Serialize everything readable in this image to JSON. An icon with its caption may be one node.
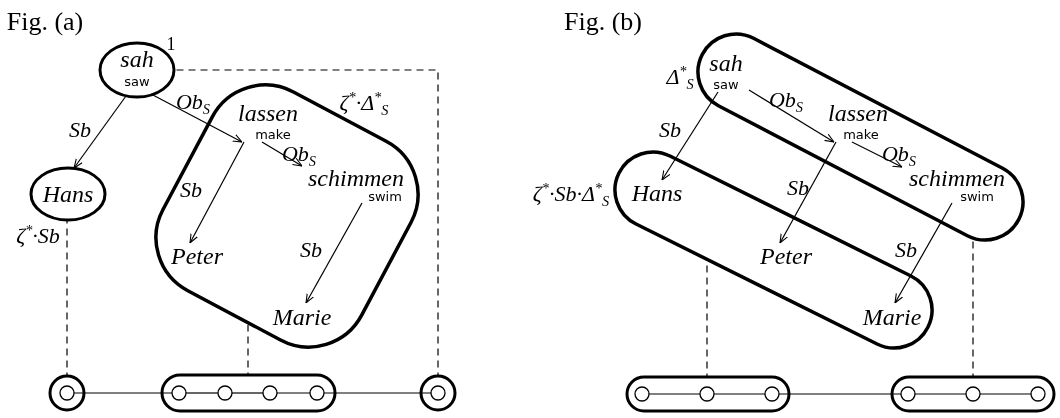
{
  "diagram": {
    "nodes": [
      {
        "text": [
          "sah",
          "saw"
        ],
        "beside": [
          "1"
        ]
      },
      {
        "text": [
          "Hans"
        ],
        "beside": [
          "ζ$^{*}$·Sb"
        ]
      },
      {
        "text": [
          "ζ$^{*}$·Δ$^{*}$$_{S}$"
        ]
      },
      {
        "text": [
          "lassen",
          "make"
        ],
        "in": 2
      },
      {
        "text": [
          "schimmen",
          "swim"
        ],
        "in": 2
      },
      {
        "text": [
          "Peter"
        ],
        "in": 2
      },
      {
        "text": [
          "Marie"
        ],
        "in": 2
      },
      {
        "text": [],
        "shape": "circle"
      },
      {
        "text": [],
        "shape": "circle",
        "in": 7
      },
      {
        "text": [],
        "shape": "box"
      },
      {
        "text": [],
        "shape": "circle",
        "in": 9
      },
      {
        "text": [],
        "shape": "circle",
        "in": 9
      },
      {
        "text": [],
        "shape": "circle",
        "in": 9
      },
      {
        "text": [],
        "shape": "circle",
        "in": 9
      },
      {
        "text": [],
        "shape": "circle"
      },
      {
        "text": [],
        "shape": "circle",
        "in": 14
      },
      {
        "text": [
          "Δ$^{*}$$_{S}$"
        ]
      },
      {
        "text": [
          "sah",
          "saw"
        ],
        "in": 16
      },
      {
        "text": [
          "lassen",
          "make"
        ],
        "in": 16
      },
      {
        "text": [
          "schimmen",
          "swim"
        ],
        "in": 16
      },
      {
        "text": [
          "ζ$^{*}$·Sb·Δ$^{*}$$_{S}$"
        ]
      },
      {
        "text": [
          "Hans"
        ],
        "in": 20
      },
      {
        "text": [
          "Peter"
        ],
        "in": 20
      },
      {
        "text": [
          "Marie"
        ],
        "in": 20
      },
      {
        "text": [],
        "shape": "box"
      },
      {
        "text": [],
        "shape": "circle",
        "in": 24
      },
      {
        "text": [],
        "shape": "circle",
        "in": 24
      },
      {
        "text": [],
        "shape": "circle",
        "in": 24
      },
      {
        "text": [],
        "shape": "box"
      },
      {
        "text": [],
        "shape": "circle",
        "in": 28
      },
      {
        "text": [],
        "shape": "circle",
        "in": 28
      },
      {
        "text": [],
        "shape": "circle",
        "in": 28
      }
    ],
    "edges": [
      {
        "from": 0,
        "to": 1,
        "arrow": "to",
        "label": "Sb"
      },
      {
        "from": 0,
        "to": 3,
        "arrow": "to",
        "label": "Ob$_{S}$"
      },
      {
        "from": 3,
        "to": 5,
        "arrow": "to",
        "label": "Sb"
      },
      {
        "from": 3,
        "to": 4,
        "arrow": "to",
        "label": "Ob$_{S}$"
      },
      {
        "from": 4,
        "to": 6,
        "arrow": "to",
        "label": "Sb"
      },
      {
        "from": 1,
        "to": 7,
        "arrow": "none",
        "style": "dashed"
      },
      {
        "from": 2,
        "to": 9,
        "arrow": "none",
        "style": "dashed"
      },
      {
        "from": 0,
        "to": 14,
        "arrow": "none",
        "style": "dashed"
      },
      {
        "from": 8,
        "to": 10,
        "arrow": "none"
      },
      {
        "from": 10,
        "to": 11,
        "arrow": "none"
      },
      {
        "from": 11,
        "to": 12,
        "arrow": "none"
      },
      {
        "from": 12,
        "to": 13,
        "arrow": "none"
      },
      {
        "from": 13,
        "to": 15,
        "arrow": "none"
      },
      {
        "from": 17,
        "to": 21,
        "arrow": "to",
        "label": "Sb"
      },
      {
        "from": 17,
        "to": 18,
        "arrow": "to",
        "label": "Ob$_{S}$"
      },
      {
        "from": 18,
        "to": 22,
        "arrow": "to",
        "label": "Sb"
      },
      {
        "from": 18,
        "to": 19,
        "arrow": "to",
        "label": "Ob$_{S}$"
      },
      {
        "from": 19,
        "to": 23,
        "arrow": "to",
        "label": "Sb"
      },
      {
        "from": 20,
        "to": 24,
        "arrow": "none",
        "style": "dashed"
      },
      {
        "from": 16,
        "to": 28,
        "arrow": "none",
        "style": "dashed"
      },
      {
        "from": 25,
        "to": 26,
        "arrow": "none"
      },
      {
        "from": 26,
        "to": 27,
        "arrow": "none"
      },
      {
        "from": 27,
        "to": 29,
        "arrow": "none"
      },
      {
        "from": 29,
        "to": 30,
        "arrow": "none"
      },
      {
        "from": 30,
        "to": 31,
        "arrow": "none"
      }
    ],
    "labels": [
      "Fig. (a)",
      "Fig. (b)"
    ]
  }
}
